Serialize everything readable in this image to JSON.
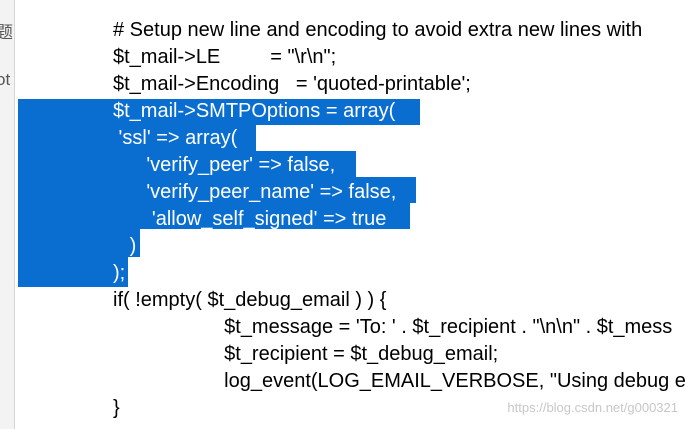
{
  "gutter": {
    "glyph1": "题",
    "glyph2": "ot"
  },
  "code": {
    "lines": [
      {
        "text": "# Setup new line and encoding to avoid extra new lines with",
        "selected": false
      },
      {
        "text": "$t_mail->LE         = \"\\r\\n\";",
        "selected": false
      },
      {
        "text": "$t_mail->Encoding   = 'quoted-printable';",
        "selected": false
      },
      {
        "text": "$t_mail->SMTPOptions = array(",
        "selected": true
      },
      {
        "text": " 'ssl' => array(",
        "selected": true
      },
      {
        "text": "      'verify_peer' => false,",
        "selected": true
      },
      {
        "text": "      'verify_peer_name' => false,",
        "selected": true
      },
      {
        "text": "       'allow_self_signed' => true",
        "selected": true
      },
      {
        "text": "   )",
        "selected": true
      },
      {
        "text": ");",
        "selected": true
      },
      {
        "text": "if( !empty( $t_debug_email ) ) {",
        "selected": false
      },
      {
        "text": "                    $t_message = 'To: ' . $t_recipient . \"\\n\\n\" . $t_mess",
        "selected": false
      },
      {
        "text": "                    $t_recipient = $t_debug_email;",
        "selected": false
      },
      {
        "text": "                    log_event(LOG_EMAIL_VERBOSE, \"Using debug en",
        "selected": false
      },
      {
        "text": "}",
        "selected": false
      }
    ]
  },
  "watermark": {
    "text": "https://blog.csdn.net/g000321"
  },
  "colors": {
    "selection": "#0a6ed1",
    "selected_text": "#ffffff",
    "text": "#000000"
  }
}
